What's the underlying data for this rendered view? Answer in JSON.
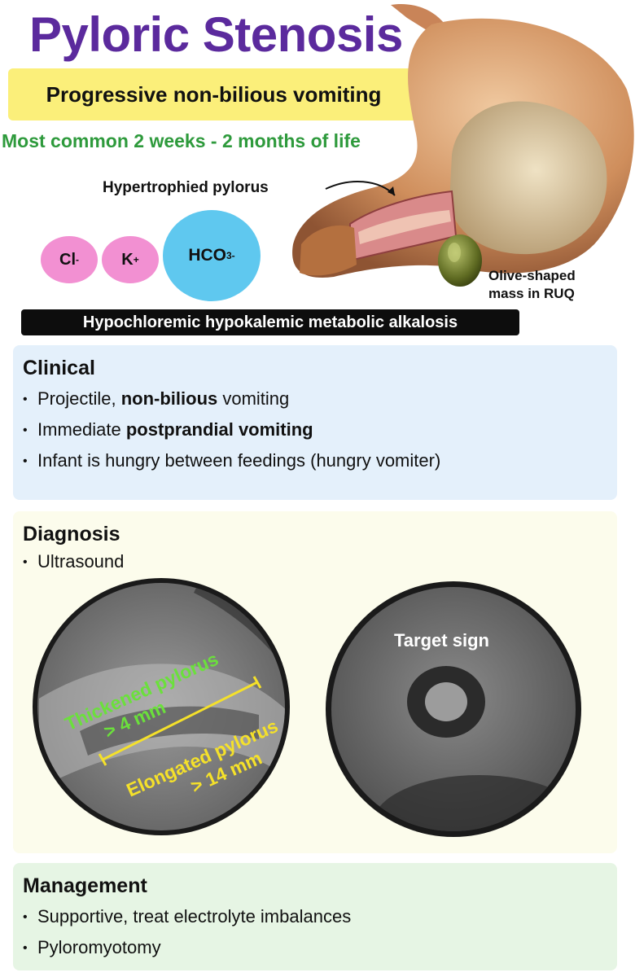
{
  "header": {
    "title": "Pyloric Stenosis",
    "subtitle": "Progressive non-bilious vomiting",
    "age_range": "Most common 2 weeks - 2 months of life"
  },
  "illustration": {
    "pylorus_label": "Hypertrophied pylorus",
    "olive_label_line1": "Olive-shaped",
    "olive_label_line2": "mass in RUQ"
  },
  "electrolytes": {
    "chloride": "Cl",
    "chloride_charge": "-",
    "potassium": "K",
    "potassium_charge": "+",
    "bicarbonate": "HCO",
    "bicarbonate_sub": "3",
    "bicarbonate_charge": "-",
    "summary": "Hypochloremic hypokalemic metabolic alkalosis"
  },
  "clinical": {
    "title": "Clinical",
    "items": [
      {
        "pre": "Projectile, ",
        "bold": "non-bilious",
        "post": " vomiting"
      },
      {
        "pre": "Immediate ",
        "bold": "postprandial vomiting",
        "post": ""
      },
      {
        "pre": "Infant is hungry between feedings (hungry vomiter)",
        "bold": "",
        "post": ""
      }
    ]
  },
  "diagnosis": {
    "title": "Diagnosis",
    "items": [
      "Ultrasound"
    ],
    "image_left": {
      "label_green_1": "Thickened pylorus",
      "label_green_2": "> 4 mm",
      "label_yellow_1": "Elongated pylorus",
      "label_yellow_2": "> 14 mm"
    },
    "image_right": {
      "label": "Target sign"
    }
  },
  "management": {
    "title": "Management",
    "items": [
      "Supportive, treat electrolyte imbalances",
      "Pyloromyotomy"
    ]
  },
  "colors": {
    "title": "#5b2a9d",
    "subtitle_bg": "#fbef7a",
    "age_text": "#2e9a3c",
    "ion_pink": "#f290d2",
    "ion_blue": "#5fc8ef",
    "clinical_bg": "#e4f0fb",
    "diagnosis_bg": "#fcfcec",
    "management_bg": "#e6f5e4",
    "us_green": "#6be03c",
    "us_yellow": "#f5e12a"
  }
}
